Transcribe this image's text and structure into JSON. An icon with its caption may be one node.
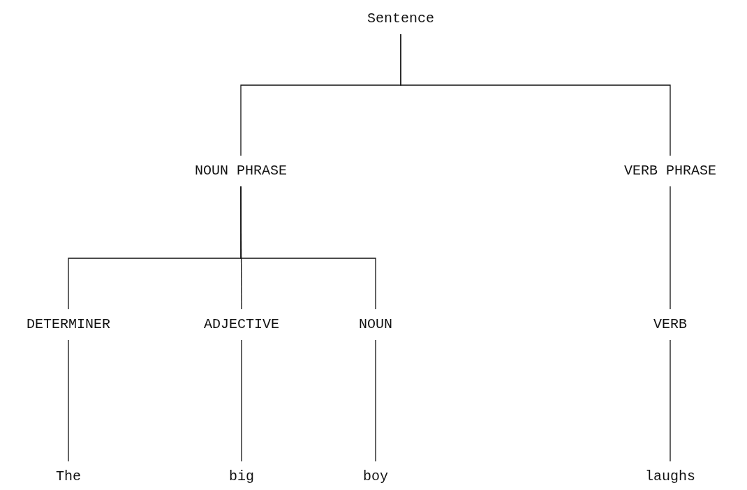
{
  "diagram": {
    "nodes": [
      {
        "text": [
          "Sentence"
        ]
      },
      {
        "text": [
          "NOUN PHRASE"
        ]
      },
      {
        "text": [
          "VERB PHRASE"
        ]
      },
      {
        "text": [
          "DETERMINER"
        ]
      },
      {
        "text": [
          "ADJECTIVE"
        ]
      },
      {
        "text": [
          "NOUN"
        ]
      },
      {
        "text": [
          "VERB"
        ]
      },
      {
        "text": [
          "The"
        ]
      },
      {
        "text": [
          "big"
        ]
      },
      {
        "text": [
          "boy"
        ]
      },
      {
        "text": [
          "laughs"
        ]
      }
    ],
    "edges": [
      {
        "from": 0,
        "to": 1,
        "arrow": "none"
      },
      {
        "from": 0,
        "to": 2,
        "arrow": "none"
      },
      {
        "from": 1,
        "to": 3,
        "arrow": "none"
      },
      {
        "from": 1,
        "to": 4,
        "arrow": "none"
      },
      {
        "from": 1,
        "to": 5,
        "arrow": "none"
      },
      {
        "from": 2,
        "to": 6,
        "arrow": "none"
      },
      {
        "from": 3,
        "to": 7,
        "arrow": "none"
      },
      {
        "from": 4,
        "to": 8,
        "arrow": "none"
      },
      {
        "from": 5,
        "to": 9,
        "arrow": "none"
      },
      {
        "from": 6,
        "to": 10,
        "arrow": "none"
      }
    ]
  }
}
